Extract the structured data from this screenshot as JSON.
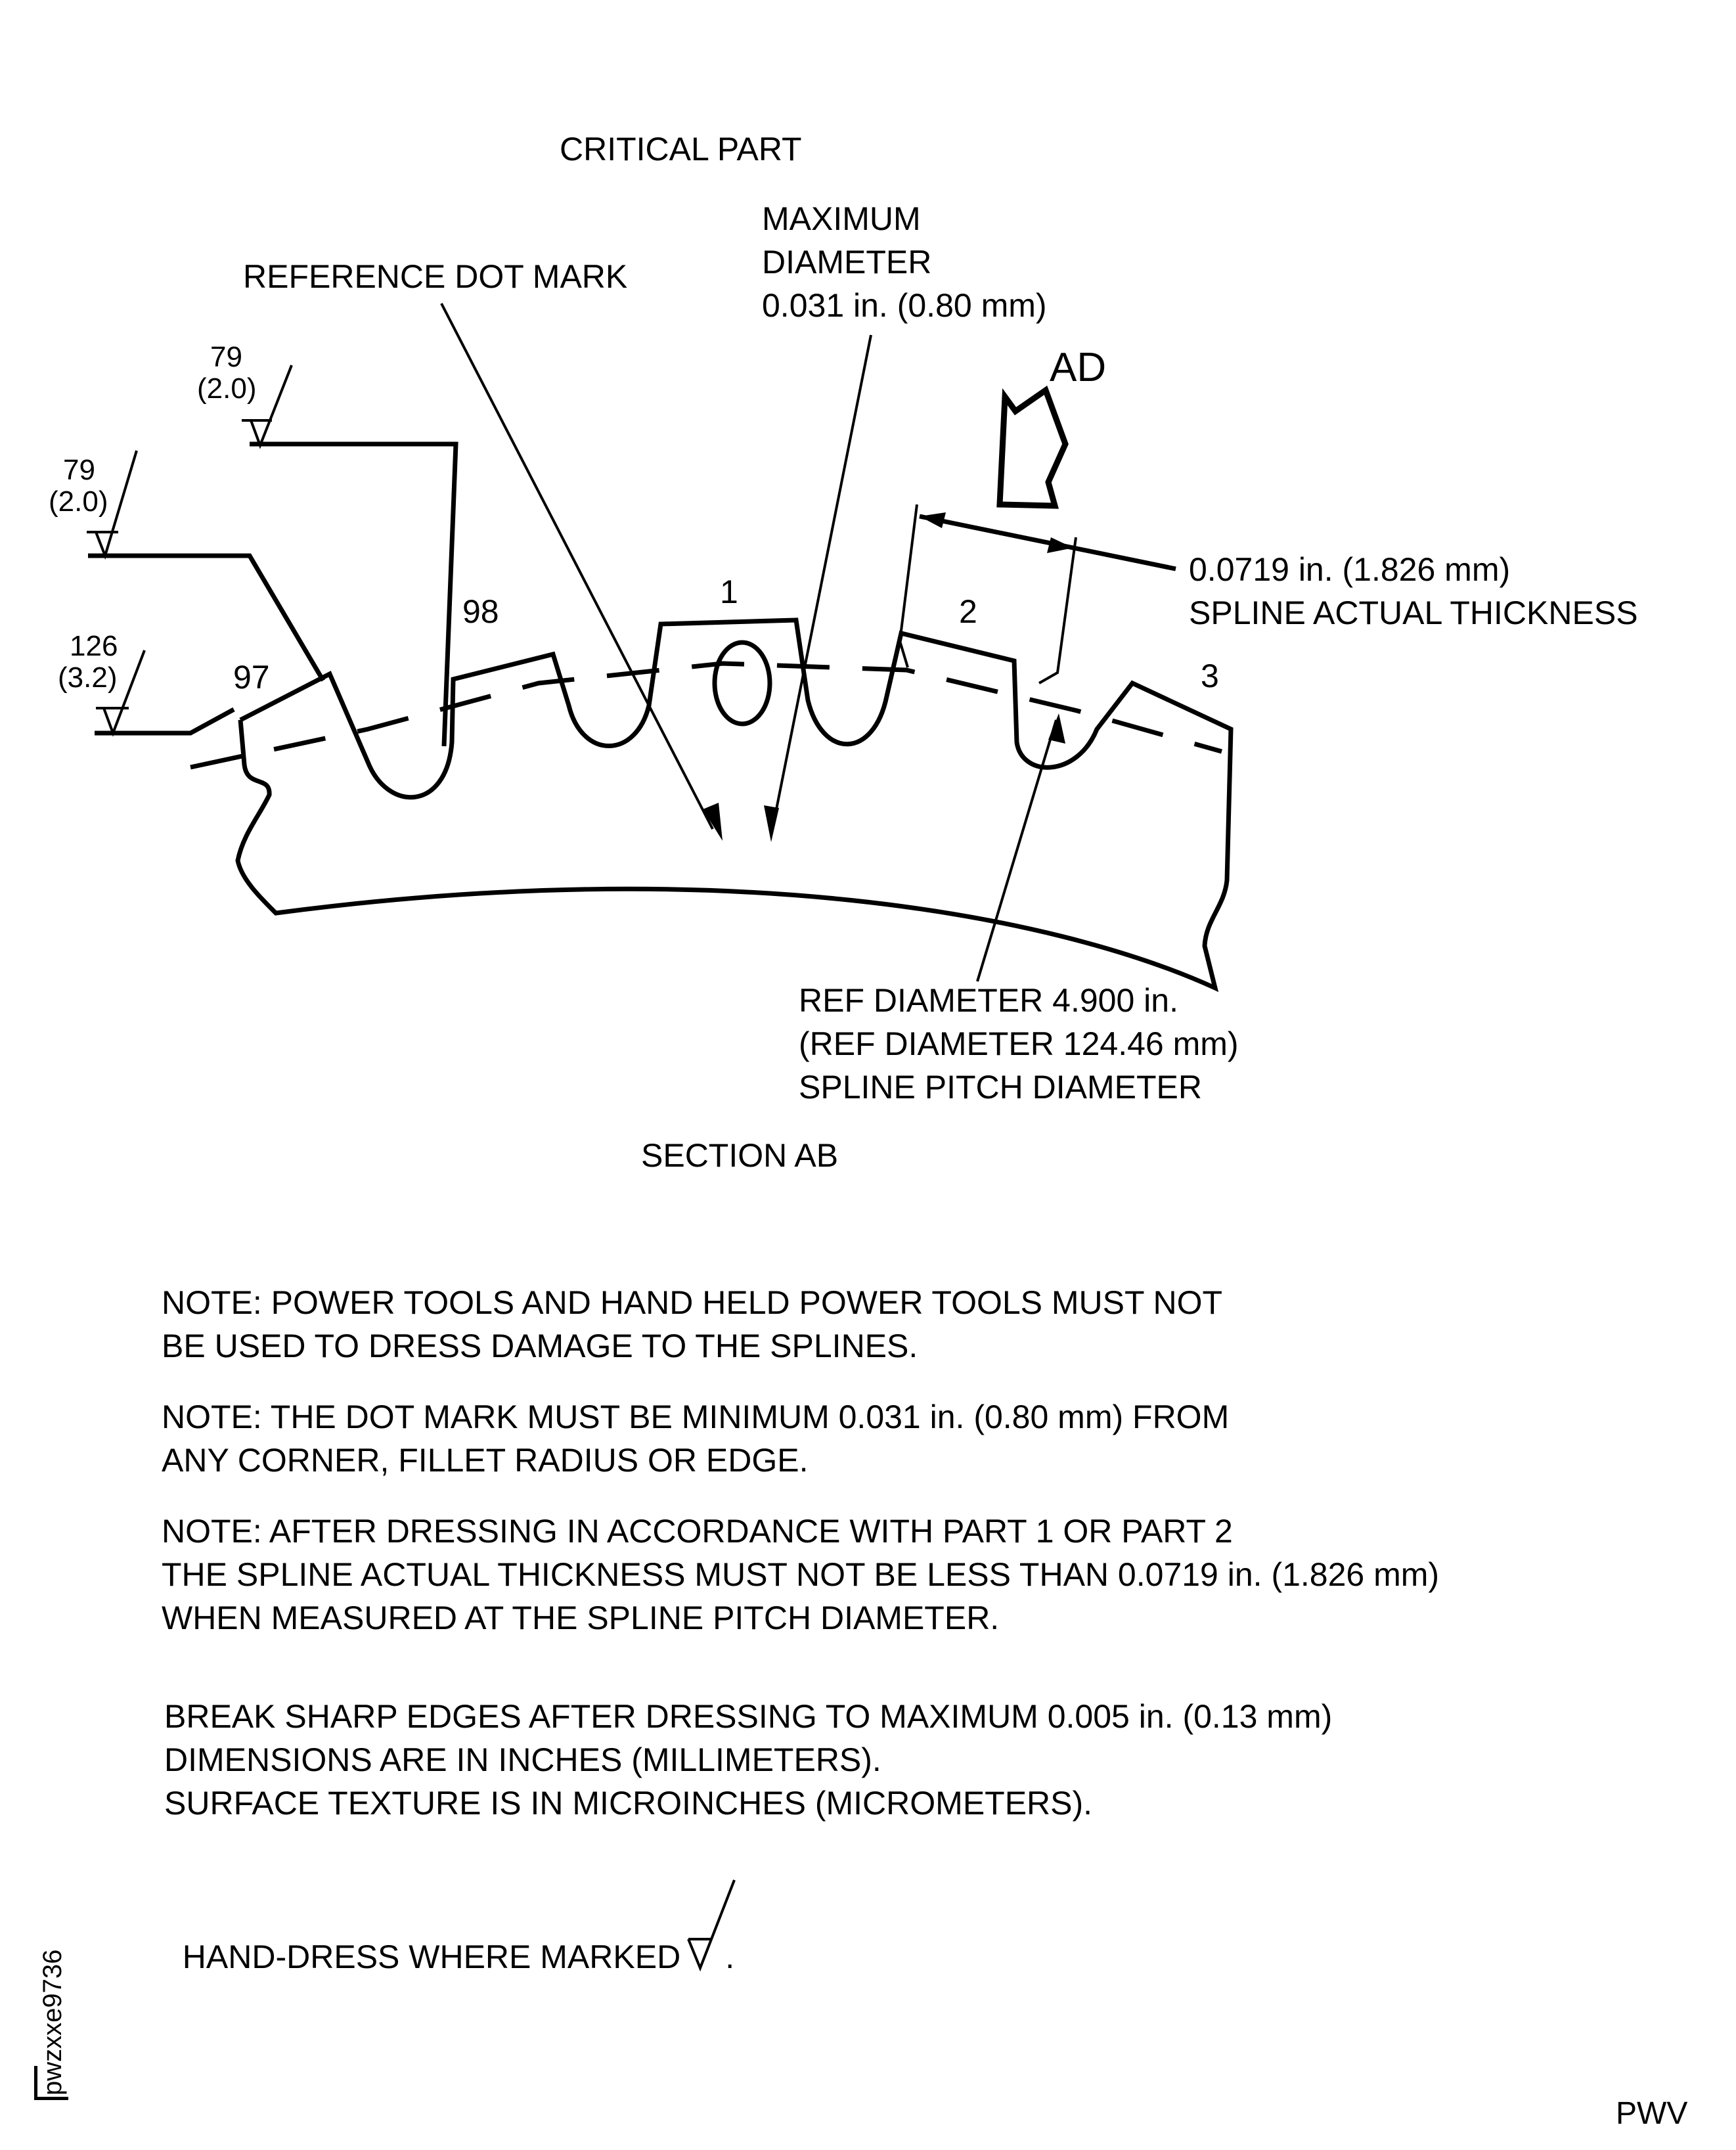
{
  "drawing": {
    "header": "CRITICAL PART",
    "section_title": "SECTION AB",
    "view_arrow_label": "AD",
    "callouts": {
      "reference_dot_mark": "REFERENCE DOT MARK",
      "max_diameter": [
        "MAXIMUM",
        "DIAMETER",
        "0.031 in. (0.80 mm)"
      ],
      "spline_thickness": [
        "0.0719 in. (1.826 mm)",
        "SPLINE ACTUAL THICKNESS"
      ],
      "pitch_diameter": [
        "REF DIAMETER 4.900 in.",
        "(REF DIAMETER 124.46 mm)",
        "SPLINE PITCH DIAMETER"
      ]
    },
    "spline_numbers": [
      "97",
      "98",
      "1",
      "2",
      "3"
    ],
    "surface_texture_marks": [
      {
        "microinches": "79",
        "micrometers": "(2.0)"
      },
      {
        "microinches": "79",
        "micrometers": "(2.0)"
      },
      {
        "microinches": "126",
        "micrometers": "(3.2)"
      }
    ]
  },
  "notes": [
    [
      "NOTE: POWER TOOLS AND HAND HELD POWER TOOLS MUST NOT",
      "BE USED TO DRESS DAMAGE TO THE SPLINES."
    ],
    [
      "NOTE: THE DOT MARK MUST BE MINIMUM 0.031 in. (0.80 mm) FROM",
      "ANY CORNER, FILLET RADIUS OR EDGE."
    ],
    [
      "NOTE: AFTER DRESSING IN ACCORDANCE WITH PART 1 OR PART 2",
      "THE SPLINE ACTUAL THICKNESS MUST NOT BE LESS THAN 0.0719 in. (1.826 mm)",
      "WHEN MEASURED AT THE SPLINE PITCH DIAMETER."
    ]
  ],
  "general_notes": [
    "BREAK SHARP EDGES AFTER DRESSING TO MAXIMUM 0.005 in. (0.13 mm)",
    "DIMENSIONS ARE IN INCHES (MILLIMETERS).",
    "SURFACE TEXTURE IS IN MICROINCHES (MICROMETERS)."
  ],
  "hand_dress_note": "HAND-DRESS WHERE MARKED",
  "hand_dress_suffix": ".",
  "footer": {
    "figure_id": "pwzxxe9736",
    "publisher_code": "PWV"
  }
}
